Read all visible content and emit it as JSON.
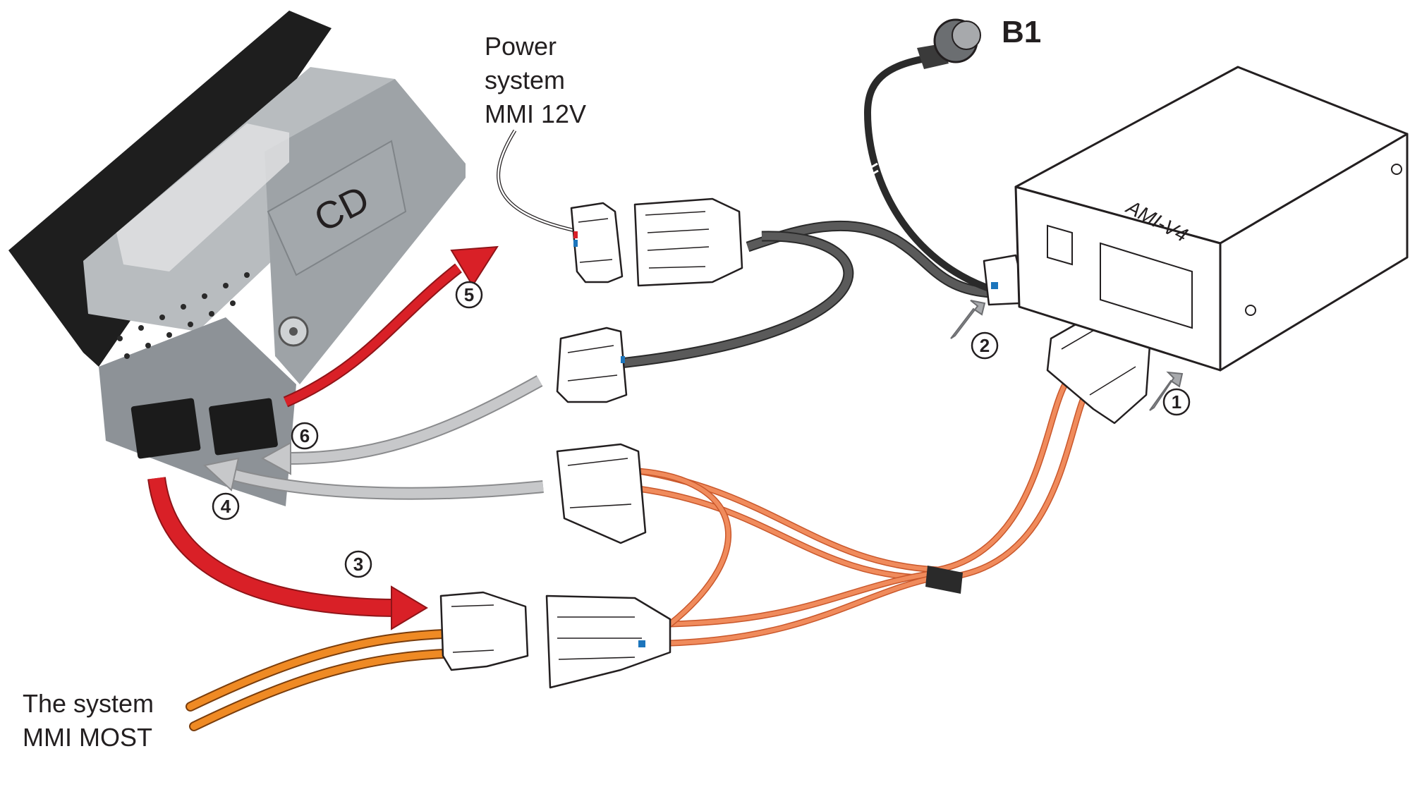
{
  "labels": {
    "power_system": [
      "Power",
      "system",
      "MMI 12V"
    ],
    "b1": "B1",
    "cd": "CD",
    "ami": "AMI-V4",
    "mmi_most": [
      "The system",
      "MMI MOST"
    ]
  },
  "steps": [
    "1",
    "2",
    "3",
    "4",
    "5",
    "6"
  ],
  "colors": {
    "red_arrow": "#d92027",
    "gray_arrow": "#c7c8ca",
    "fiber_orange": "#f08b5c",
    "most_orange": "#ef8a24",
    "harness_gray": "#5a5a5a",
    "unit_metal": "#a9adb1",
    "bezel_dark": "#1e1e1e"
  }
}
